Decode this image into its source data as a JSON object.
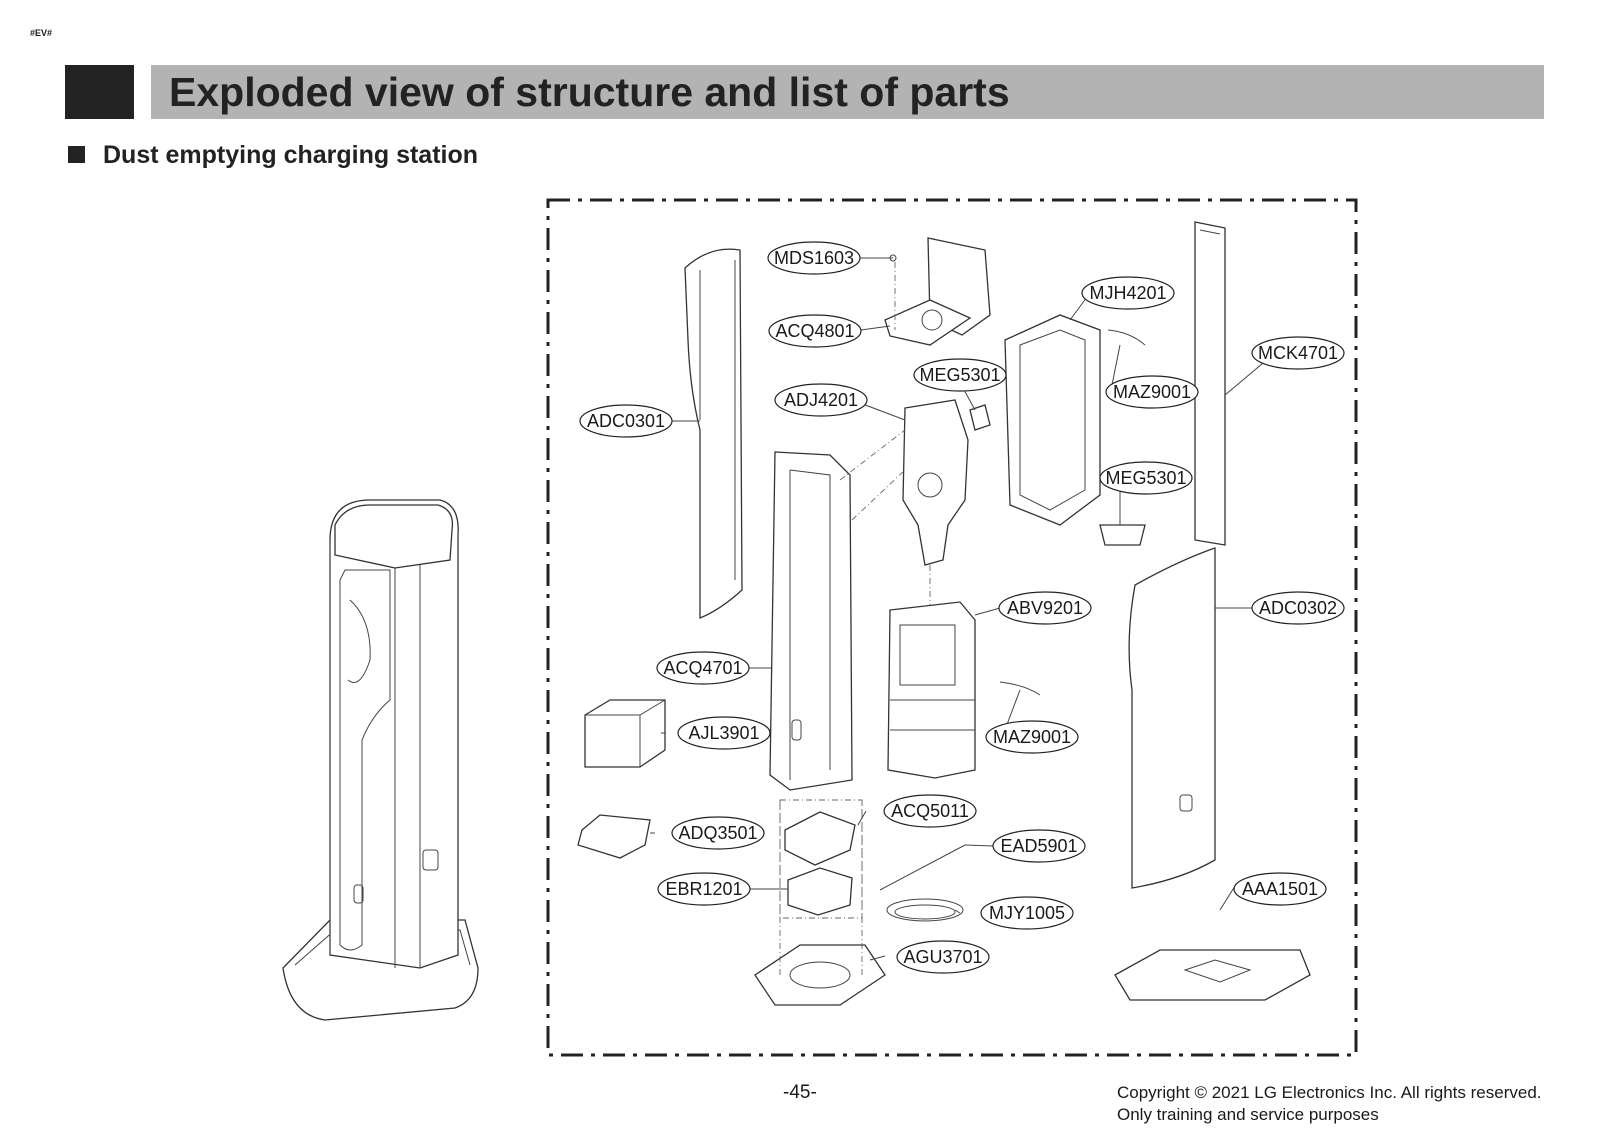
{
  "tag": "#EV#",
  "header": {
    "title": "Exploded view of structure and list of parts"
  },
  "section": {
    "title": "Dust emptying charging station"
  },
  "parts": {
    "MDS1603": "MDS1603",
    "ACQ4801": "ACQ4801",
    "MJH4201": "MJH4201",
    "MCK4701": "MCK4701",
    "MEG5301_top": "MEG5301",
    "MAZ9001_top": "MAZ9001",
    "ADJ4201": "ADJ4201",
    "ADC0301": "ADC0301",
    "MEG5301_mid": "MEG5301",
    "ABV9201": "ABV9201",
    "ADC0302": "ADC0302",
    "ACQ4701": "ACQ4701",
    "AJL3901": "AJL3901",
    "MAZ9001_low": "MAZ9001",
    "ACQ5011": "ACQ5011",
    "ADQ3501": "ADQ3501",
    "EAD5901": "EAD5901",
    "EBR1201": "EBR1201",
    "AAA1501": "AAA1501",
    "MJY1005": "MJY1005",
    "AGU3701": "AGU3701"
  },
  "footer": {
    "page": "-45-",
    "copyright": "Copyright © 2021 LG Electronics Inc. All rights reserved.",
    "purpose": "Only training and service purposes"
  }
}
